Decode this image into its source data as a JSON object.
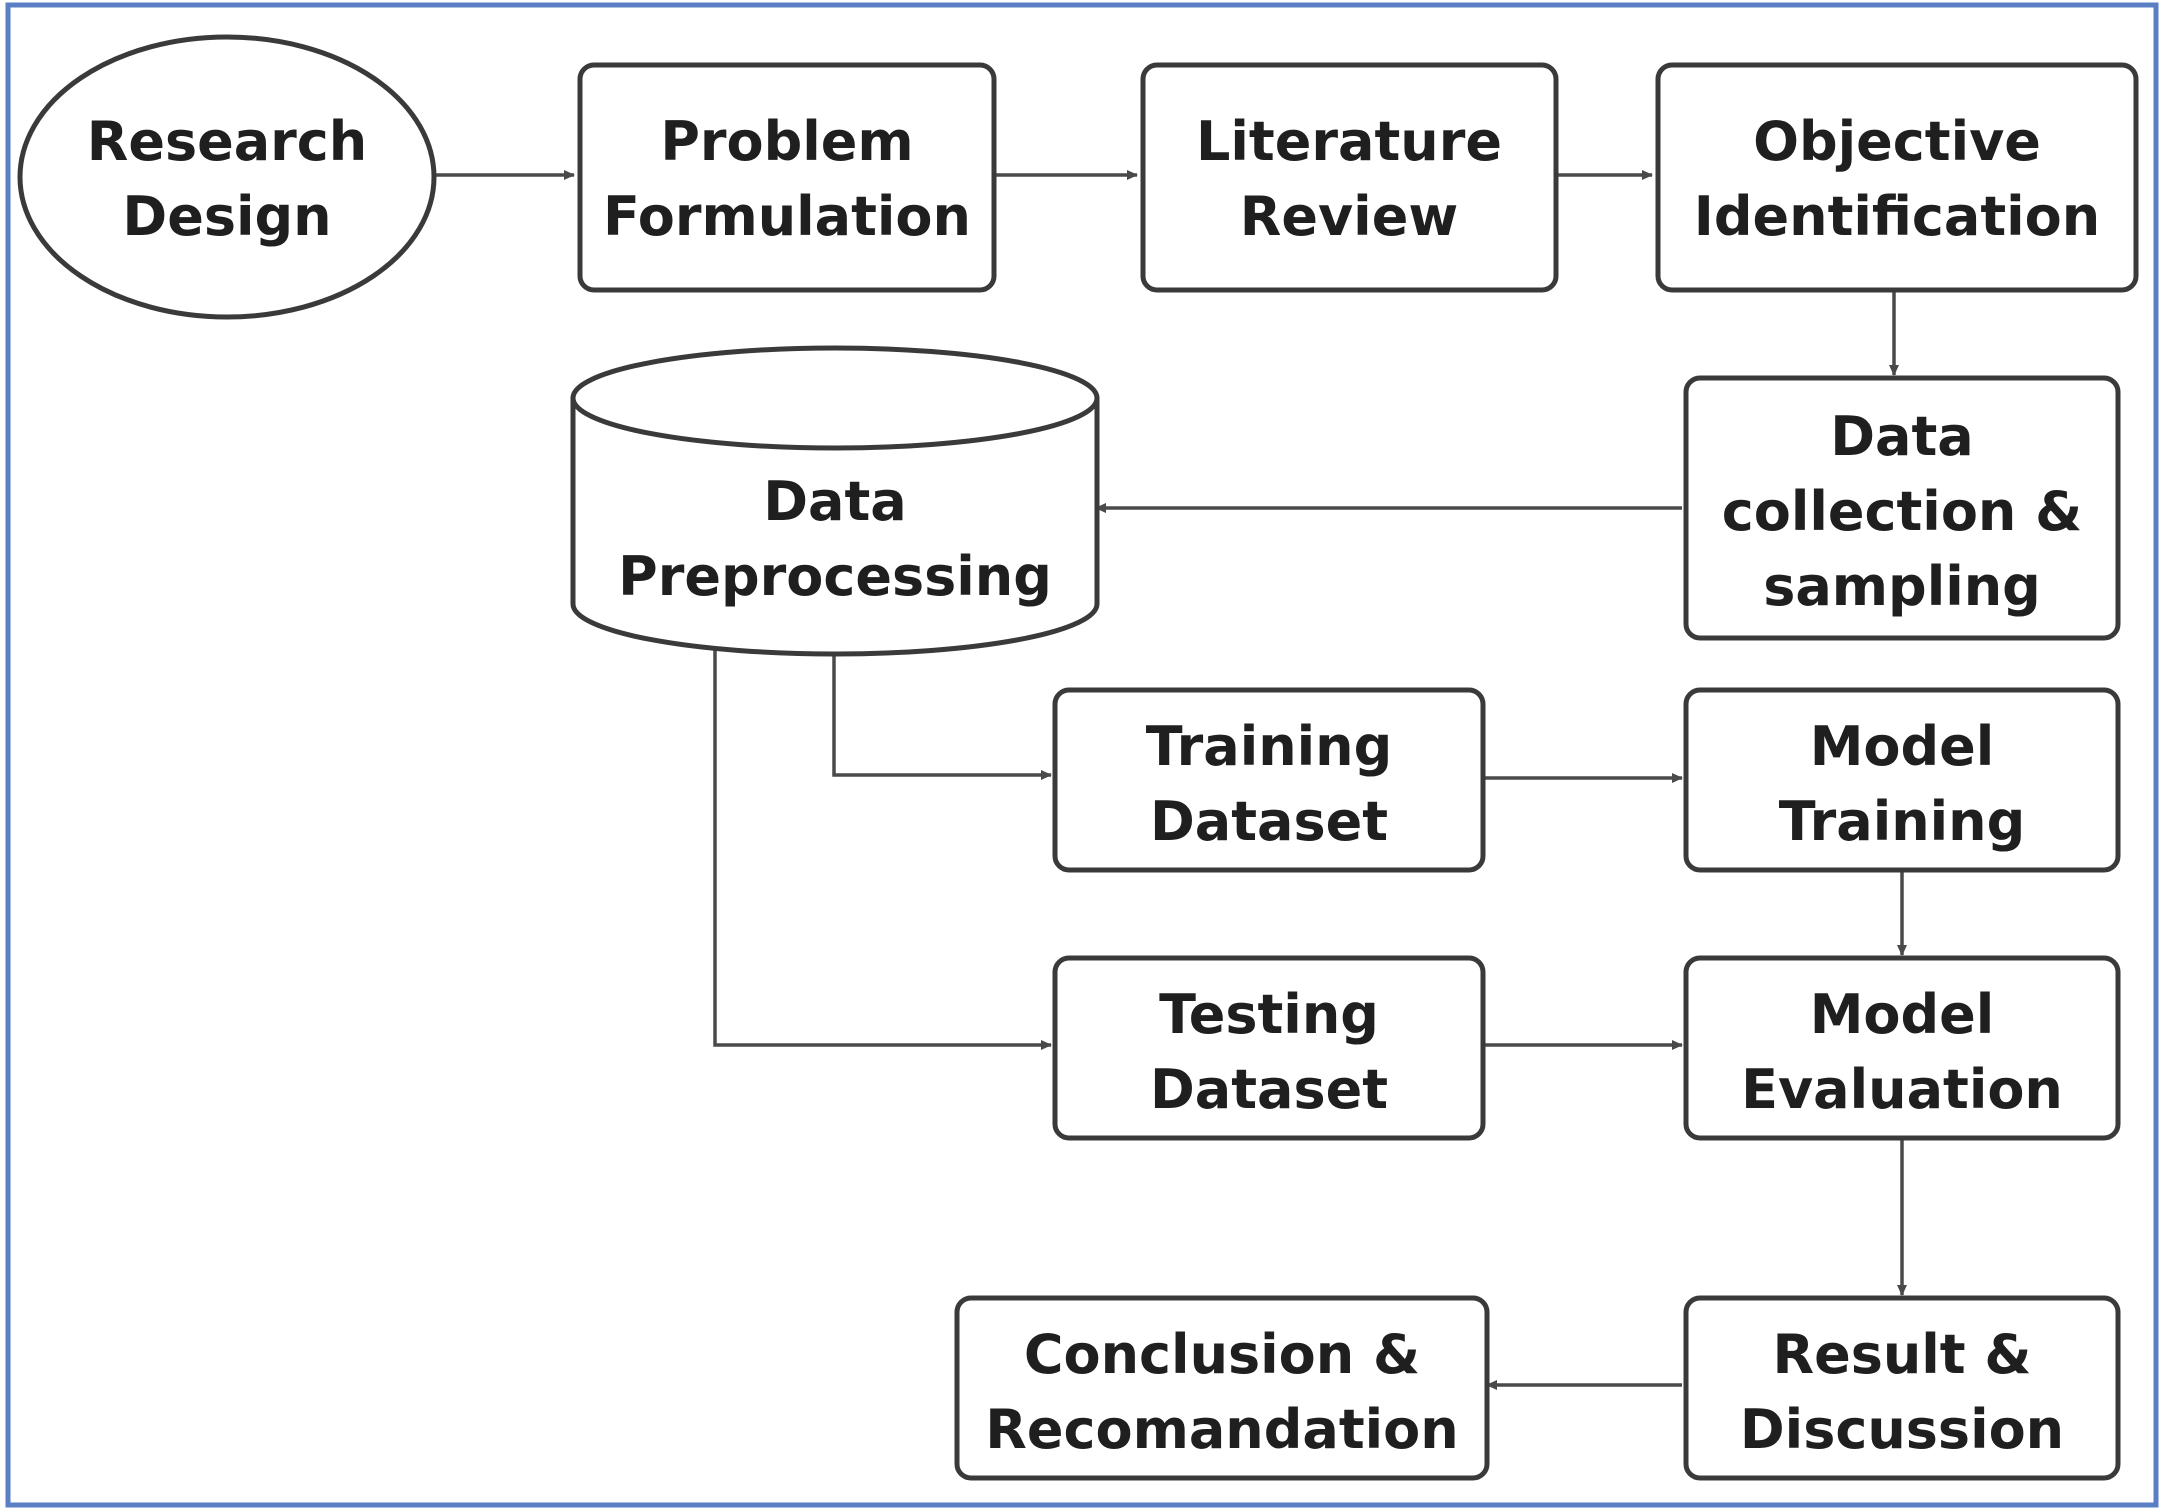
{
  "diagram": {
    "type": "flowchart",
    "colors": {
      "frame_border": "#5a7fc4",
      "node_stroke": "#3a3a3a",
      "node_fill": "#ffffff",
      "arrow": "#4a4a4a",
      "text": "#1f1f1f"
    },
    "nodes": {
      "research_design": {
        "shape": "ellipse",
        "lines": [
          "Research",
          "Design"
        ]
      },
      "problem_formulation": {
        "shape": "rounded-rect",
        "lines": [
          "Problem",
          "Formulation"
        ]
      },
      "literature_review": {
        "shape": "rounded-rect",
        "lines": [
          "Literature",
          "Review"
        ]
      },
      "objective_identification": {
        "shape": "rounded-rect",
        "lines": [
          "Objective",
          "Identification"
        ]
      },
      "data_collection": {
        "shape": "rounded-rect",
        "lines": [
          "Data",
          "collection &",
          "sampling"
        ]
      },
      "data_preprocessing": {
        "shape": "cylinder",
        "lines": [
          "Data",
          "Preprocessing"
        ]
      },
      "training_dataset": {
        "shape": "rounded-rect",
        "lines": [
          "Training",
          "Dataset"
        ]
      },
      "model_training": {
        "shape": "rounded-rect",
        "lines": [
          "Model",
          "Training"
        ]
      },
      "testing_dataset": {
        "shape": "rounded-rect",
        "lines": [
          "Testing",
          "Dataset"
        ]
      },
      "model_evaluation": {
        "shape": "rounded-rect",
        "lines": [
          "Model",
          "Evaluation"
        ]
      },
      "result_discussion": {
        "shape": "rounded-rect",
        "lines": [
          "Result &",
          "Discussion"
        ]
      },
      "conclusion": {
        "shape": "rounded-rect",
        "lines": [
          "Conclusion &",
          "Recomandation"
        ]
      }
    },
    "edges": [
      {
        "from": "research_design",
        "to": "problem_formulation"
      },
      {
        "from": "problem_formulation",
        "to": "literature_review"
      },
      {
        "from": "literature_review",
        "to": "objective_identification"
      },
      {
        "from": "objective_identification",
        "to": "data_collection"
      },
      {
        "from": "data_collection",
        "to": "data_preprocessing"
      },
      {
        "from": "data_preprocessing",
        "to": "training_dataset"
      },
      {
        "from": "data_preprocessing",
        "to": "testing_dataset"
      },
      {
        "from": "training_dataset",
        "to": "model_training"
      },
      {
        "from": "testing_dataset",
        "to": "model_evaluation"
      },
      {
        "from": "model_training",
        "to": "model_evaluation"
      },
      {
        "from": "model_evaluation",
        "to": "result_discussion"
      },
      {
        "from": "result_discussion",
        "to": "conclusion"
      }
    ]
  }
}
